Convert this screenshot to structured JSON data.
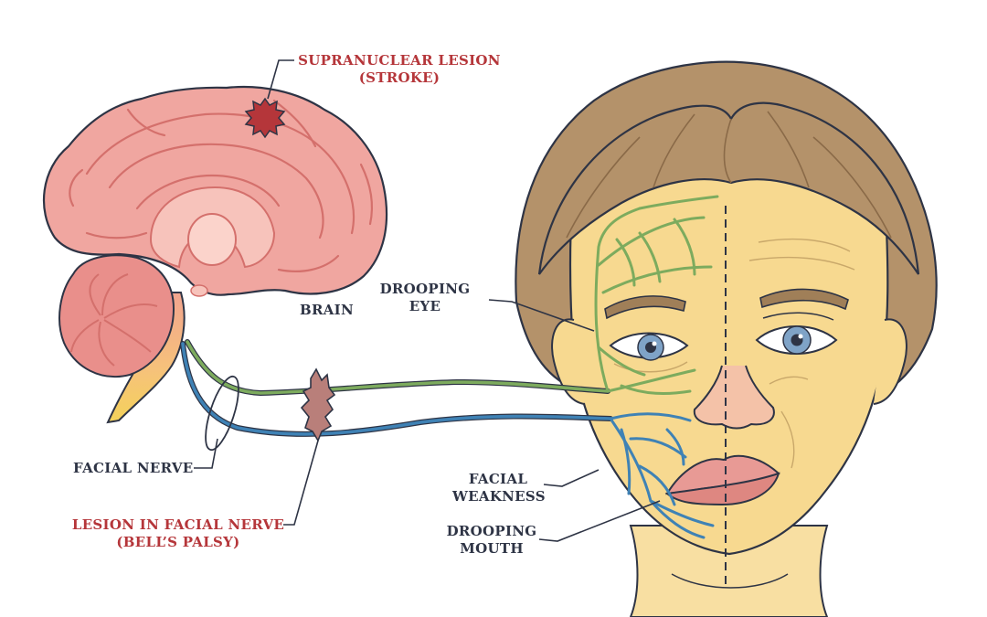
{
  "labels": {
    "supranuclear_lesion": {
      "line1": "SUPRANUCLEAR LESION",
      "line2": "(STROKE)"
    },
    "brain": "BRAIN",
    "drooping_eye": {
      "line1": "DROOPING",
      "line2": "EYE"
    },
    "facial_nerve": "FACIAL NERVE",
    "lesion_facial_nerve": {
      "line1": "LESION IN FACIAL NERVE",
      "line2": "(BELL’S PALSY)"
    },
    "facial_weakness": {
      "line1": "FACIAL",
      "line2": "WEAKNESS"
    },
    "drooping_mouth": {
      "line1": "DROOPING",
      "line2": "MOUTH"
    }
  },
  "colors": {
    "outline": "#2e3445",
    "label_dark": "#2e3445",
    "label_red": "#b5363a",
    "brain": "#f0a6a0",
    "brain_dark": "#d4706c",
    "nerve_green": "#7dab5e",
    "nerve_blue": "#3f82b5",
    "skin": "#f7d990",
    "hair": "#b4926a",
    "lesion": "#b97f7a"
  }
}
